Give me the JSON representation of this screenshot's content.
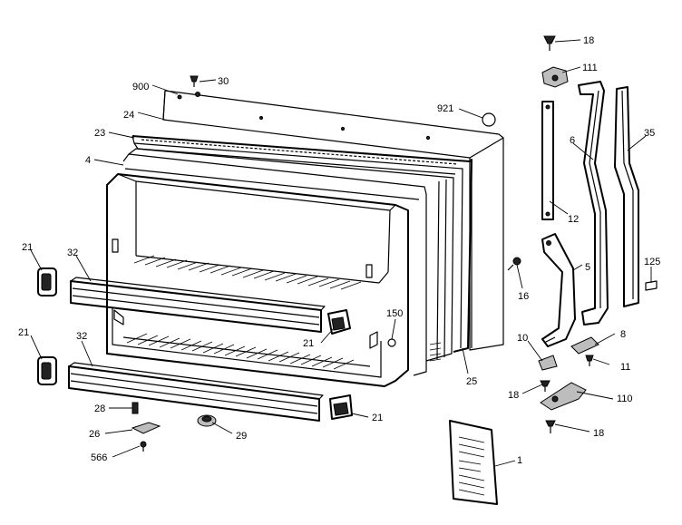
{
  "callouts": {
    "c18_top": "18",
    "c111": "111",
    "c30": "30",
    "c900": "900",
    "c921": "921",
    "c24": "24",
    "c23": "23",
    "c6": "6",
    "c35": "35",
    "c4": "4",
    "c12": "12",
    "c21_ul": "21",
    "c32_u": "32",
    "c5": "5",
    "c125": "125",
    "c16": "16",
    "c150": "150",
    "c21_ll": "21",
    "c32_l": "32",
    "c10": "10",
    "c8": "8",
    "c21_mid": "21",
    "c11": "11",
    "c25": "25",
    "c18_mid": "18",
    "c110": "110",
    "c28": "28",
    "c21_low": "21",
    "c18_bot": "18",
    "c26": "26",
    "c29": "29",
    "c566": "566",
    "c1": "1"
  }
}
